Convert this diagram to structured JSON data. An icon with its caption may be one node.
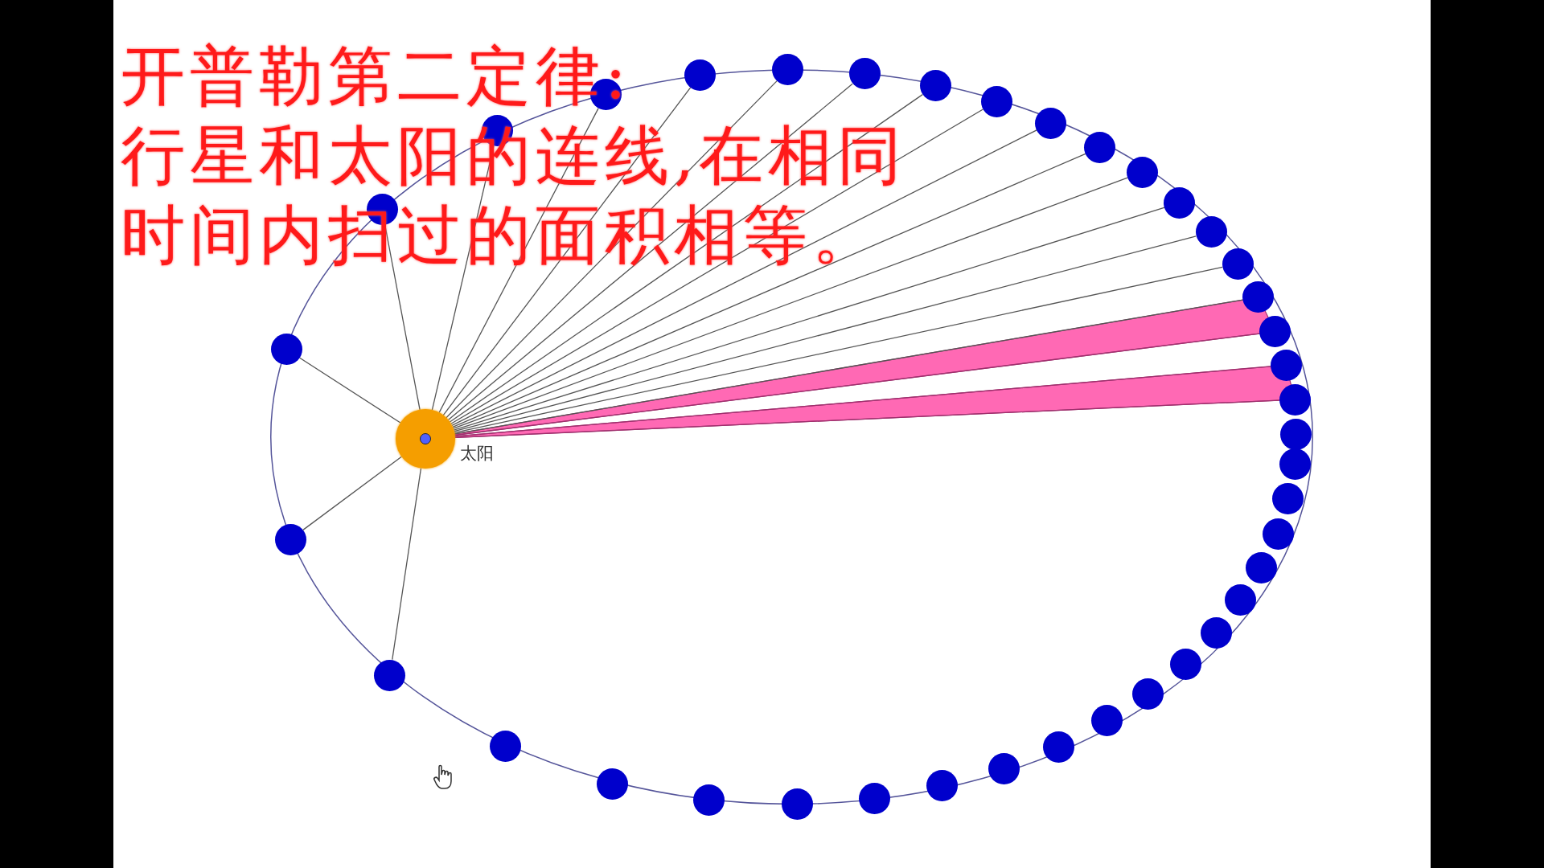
{
  "diagram": {
    "title": "开普勒第二定律:",
    "nodes": [
      {
        "text": [],
        "shape": "circle",
        "beside": [
          "太阳"
        ]
      },
      {
        "text": [],
        "shape": "circle"
      },
      {
        "text": [],
        "shape": "circle"
      },
      {
        "text": [],
        "shape": "circle"
      },
      {
        "text": [],
        "shape": "circle"
      },
      {
        "text": [],
        "shape": "circle"
      },
      {
        "text": [],
        "shape": "circle"
      },
      {
        "text": [],
        "shape": "circle"
      },
      {
        "text": [],
        "shape": "circle"
      },
      {
        "text": [],
        "shape": "circle"
      },
      {
        "text": [],
        "shape": "circle"
      },
      {
        "text": [],
        "shape": "circle"
      },
      {
        "text": [],
        "shape": "circle"
      },
      {
        "text": [],
        "shape": "circle"
      },
      {
        "text": [],
        "shape": "circle"
      },
      {
        "text": [],
        "shape": "circle"
      },
      {
        "text": [],
        "shape": "circle"
      },
      {
        "text": [],
        "shape": "circle"
      },
      {
        "text": [],
        "shape": "circle"
      },
      {
        "text": [],
        "shape": "circle"
      },
      {
        "text": [],
        "shape": "circle"
      },
      {
        "text": [],
        "shape": "circle"
      },
      {
        "text": [],
        "shape": "circle"
      },
      {
        "text": [],
        "shape": "circle"
      },
      {
        "text": [],
        "shape": "circle"
      },
      {
        "text": [],
        "shape": "circle"
      },
      {
        "text": [],
        "shape": "circle"
      },
      {
        "text": [],
        "shape": "circle"
      },
      {
        "text": [],
        "shape": "circle"
      },
      {
        "text": [],
        "shape": "circle"
      },
      {
        "text": [],
        "shape": "circle"
      },
      {
        "text": [],
        "shape": "circle"
      },
      {
        "text": [],
        "shape": "circle"
      },
      {
        "text": [],
        "shape": "circle"
      },
      {
        "text": [],
        "shape": "circle"
      },
      {
        "text": [],
        "shape": "circle"
      },
      {
        "text": [],
        "shape": "circle"
      },
      {
        "text": [],
        "shape": "circle"
      },
      {
        "text": [],
        "shape": "circle"
      },
      {
        "text": [],
        "shape": "circle"
      }
    ],
    "edges": [
      {
        "from": 0,
        "to": 1,
        "arrow": "none"
      },
      {
        "from": 0,
        "to": 2,
        "arrow": "none"
      },
      {
        "from": 0,
        "to": 3,
        "arrow": "none"
      },
      {
        "from": 0,
        "to": 4,
        "arrow": "none"
      },
      {
        "from": 0,
        "to": 5,
        "arrow": "none"
      },
      {
        "from": 0,
        "to": 7,
        "arrow": "none"
      },
      {
        "from": 0,
        "to": 9,
        "arrow": "none"
      },
      {
        "from": 0,
        "to": 11,
        "arrow": "none"
      },
      {
        "from": 0,
        "to": 13,
        "arrow": "none"
      },
      {
        "from": 0,
        "to": 15,
        "arrow": "none"
      },
      {
        "from": 0,
        "to": 17,
        "arrow": "none"
      },
      {
        "from": 0,
        "to": 19,
        "arrow": "none"
      },
      {
        "from": 0,
        "to": 21,
        "arrow": "none"
      },
      {
        "from": 0,
        "to": 23,
        "arrow": "none"
      },
      {
        "from": 0,
        "to": 25,
        "arrow": "none"
      },
      {
        "from": 0,
        "to": 27,
        "arrow": "none"
      },
      {
        "from": 0,
        "to": 29,
        "arrow": "none"
      },
      {
        "from": 0,
        "to": 31,
        "arrow": "none"
      },
      {
        "from": 0,
        "to": 33,
        "arrow": "none",
        "color": "#a0306e"
      },
      {
        "from": 0,
        "to": 35,
        "arrow": "none",
        "color": "#a0306e"
      },
      {
        "from": 0,
        "to": 37,
        "arrow": "none",
        "color": "#a0306e"
      }
    ],
    "labels": [
      "行星和太阳的连线,在相同时间内扫过的面积相等。"
    ]
  }
}
